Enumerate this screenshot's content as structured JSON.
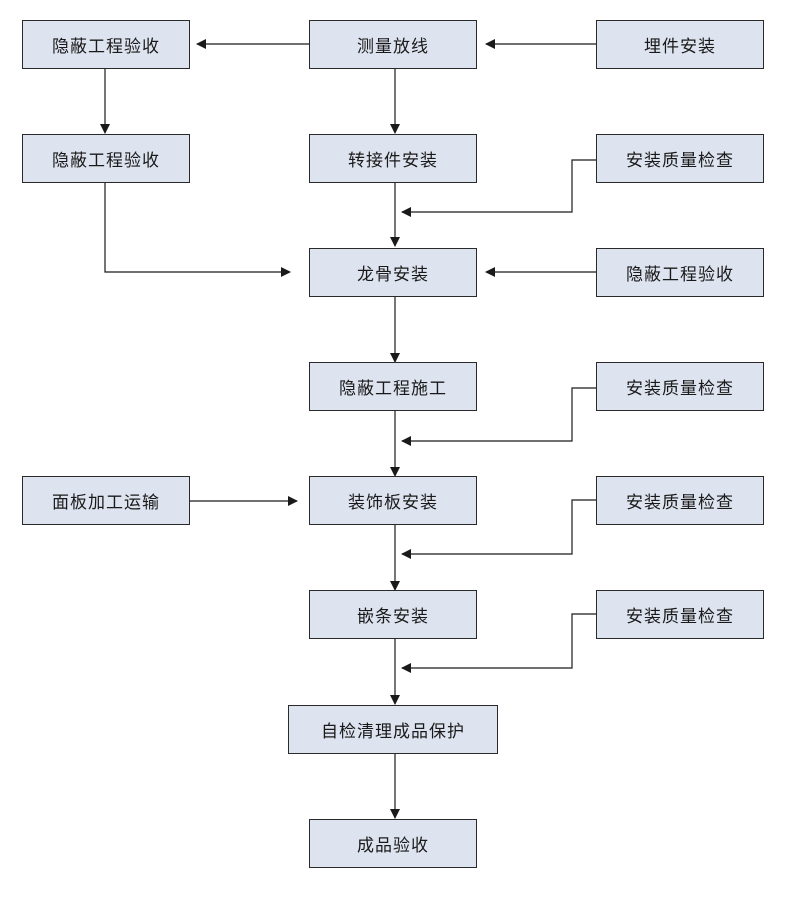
{
  "colors": {
    "node_fill": "#dde3ef",
    "node_border": "#2a2a2a",
    "connector": "#1a1a1a",
    "background": "#ffffff"
  },
  "nodes": {
    "survey_layout": "测量放线",
    "embedded_parts_install": "埋件安装",
    "concealed_acceptance_top": "隐蔽工程验收",
    "concealed_acceptance_left": "隐蔽工程验收",
    "adapter_install": "转接件安装",
    "quality_check_1": "安装质量检查",
    "keel_install": "龙骨安装",
    "concealed_acceptance_right": "隐蔽工程验收",
    "concealed_construction": "隐蔽工程施工",
    "quality_check_2": "安装质量检查",
    "panel_processing_transport": "面板加工运输",
    "decorative_panel_install": "装饰板安装",
    "quality_check_3": "安装质量检查",
    "inlay_strip_install": "嵌条安装",
    "quality_check_4": "安装质量检查",
    "self_check_cleanup_protection": "自检清理成品保护",
    "final_acceptance": "成品验收"
  }
}
